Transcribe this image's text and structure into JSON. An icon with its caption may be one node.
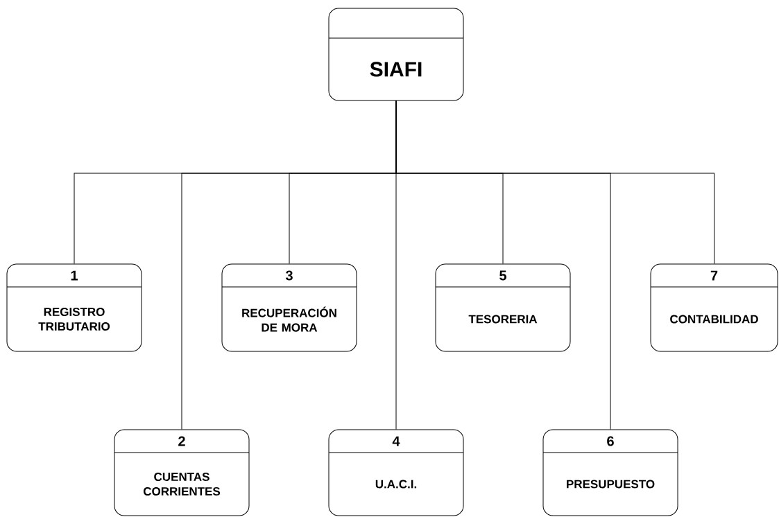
{
  "diagram": {
    "nodes": [
      {
        "text": [
          "SIAFI"
        ]
      },
      {
        "text": [
          "1",
          "REGISTRO TRIBUTARIO"
        ]
      },
      {
        "text": [
          "2",
          "CUENTAS CORRIENTES"
        ]
      },
      {
        "text": [
          "3",
          "RECUPERACIÓN DE MORA"
        ]
      },
      {
        "text": [
          "4",
          "U.A.C.I."
        ]
      },
      {
        "text": [
          "5",
          "TESORERIA"
        ]
      },
      {
        "text": [
          "6",
          "PRESUPUESTO"
        ]
      },
      {
        "text": [
          "7",
          "CONTABILIDAD"
        ]
      }
    ],
    "edges": [
      {
        "from": 0,
        "to": 1,
        "arrow": "none"
      },
      {
        "from": 0,
        "to": 2,
        "arrow": "none"
      },
      {
        "from": 0,
        "to": 3,
        "arrow": "none"
      },
      {
        "from": 0,
        "to": 4,
        "arrow": "none"
      },
      {
        "from": 0,
        "to": 5,
        "arrow": "none"
      },
      {
        "from": 0,
        "to": 6,
        "arrow": "none"
      },
      {
        "from": 0,
        "to": 7,
        "arrow": "none"
      }
    ]
  }
}
